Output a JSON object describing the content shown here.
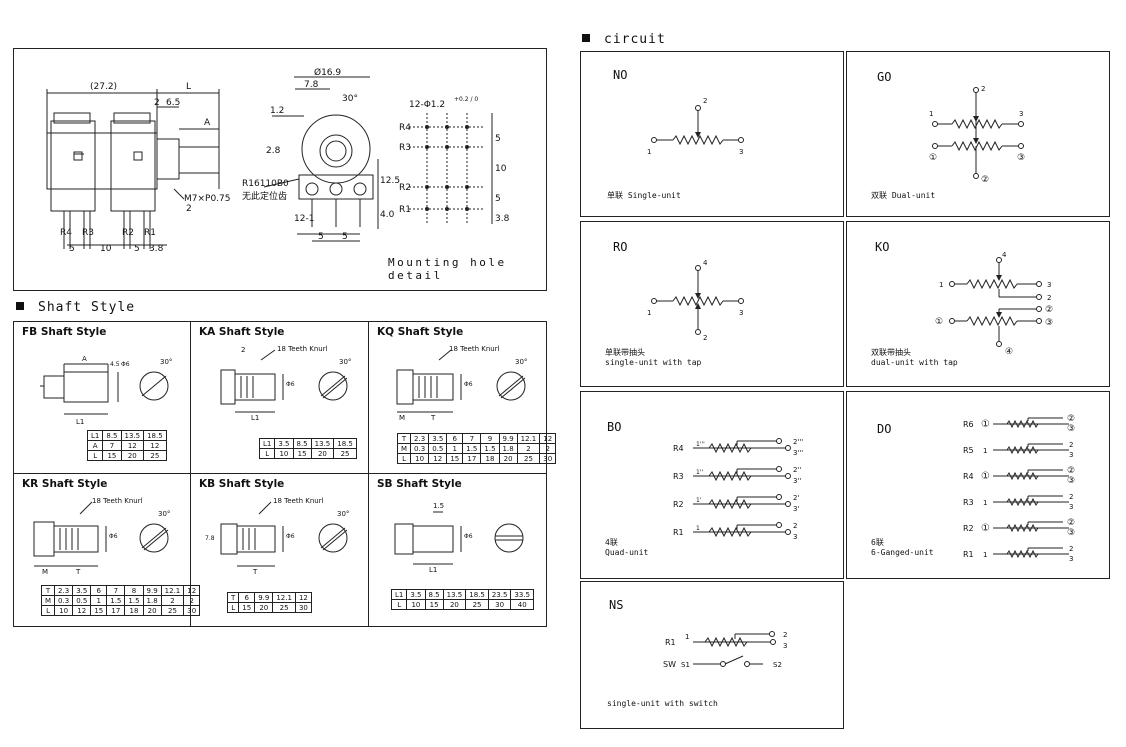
{
  "dimensions": {
    "total_length": "(27.2)",
    "L": "L",
    "d2": "2",
    "d6_5": "6.5",
    "A": "A",
    "d2b": "2",
    "thread": "M7×P0.75",
    "pins": [
      "R4",
      "R3",
      "R2",
      "R1"
    ],
    "bottom": [
      "5",
      "10",
      "5",
      "3.8"
    ],
    "dia": "Ø16.9",
    "d7_8": "7.8",
    "ang30": "30°",
    "d1_2": "1.2",
    "d2_8": "2.8",
    "d12_5": "12.5",
    "d4_0": "4.0",
    "d12_1": "12-1",
    "d5a": "5",
    "d5b": "5",
    "part": "R16110B0",
    "cn_note": "无此定位齿",
    "holes_label": "12-Φ1.2",
    "holes_tol": "+0.2 / 0",
    "hole_rows": [
      "R4",
      "R3",
      "R2",
      "R1"
    ],
    "hole_dims": [
      "5",
      "10",
      "5",
      "3.8"
    ],
    "mounting": "Mounting hole detail"
  },
  "shaft_section": {
    "title": "Shaft Style",
    "cells": [
      {
        "title": "FB Shaft Style",
        "labels": {
          "A": "A",
          "L1": "L1",
          "d1": "4.5",
          "d2": "Φ6",
          "ang": "30°"
        },
        "table": [
          [
            "L1",
            "8.5",
            "13.5",
            "18.5"
          ],
          [
            "A",
            "7",
            "12",
            "12"
          ],
          [
            "L",
            "15",
            "20",
            "25"
          ]
        ]
      },
      {
        "title": "KA  Shaft Style",
        "labels": {
          "knurl": "18 Teeth Knurl",
          "two": "2",
          "L1": "L1",
          "d": "Φ6",
          "ang": "30°"
        },
        "table": [
          [
            "L1",
            "3.5",
            "8.5",
            "13.5",
            "18.5"
          ],
          [
            "L",
            "10",
            "15",
            "20",
            "25"
          ]
        ]
      },
      {
        "title": "KQ  Shaft Style",
        "labels": {
          "knurl": "18 Teeth Knurl",
          "M": "M",
          "T": "T",
          "d": "Φ6",
          "ang": "30°"
        },
        "table": [
          [
            "T",
            "2.3",
            "3.5",
            "6",
            "7",
            "9",
            "9.9",
            "12.1",
            "12"
          ],
          [
            "M",
            "0.3",
            "0.5",
            "1",
            "1.5",
            "1.5",
            "1.8",
            "2",
            "2"
          ],
          [
            "L",
            "10",
            "12",
            "15",
            "17",
            "18",
            "20",
            "25",
            "30"
          ]
        ]
      },
      {
        "title": "KR Shaft Style",
        "labels": {
          "knurl": "18 Teeth Knurl",
          "M": "M",
          "T": "T",
          "d": "Φ6",
          "ang": "30°"
        },
        "table": [
          [
            "T",
            "2.3",
            "3.5",
            "6",
            "7",
            "8",
            "9.9",
            "12.1",
            "12"
          ],
          [
            "M",
            "0.3",
            "0.5",
            "1",
            "1.5",
            "1.5",
            "1.8",
            "2",
            "2"
          ],
          [
            "L",
            "10",
            "12",
            "15",
            "17",
            "18",
            "20",
            "25",
            "30"
          ]
        ]
      },
      {
        "title": "KB Shaft Style",
        "labels": {
          "knurl": "18 Teeth Knurl",
          "T": "T",
          "d": "Φ6",
          "side": "7.8",
          "ang": "30°"
        },
        "table": [
          [
            "T",
            "6",
            "9.9",
            "12.1",
            "12"
          ],
          [
            "L",
            "15",
            "20",
            "25",
            "30"
          ]
        ]
      },
      {
        "title": "SB Shaft Style",
        "labels": {
          "d15": "1.5",
          "L1": "L1",
          "d": "Φ6"
        },
        "table": [
          [
            "L1",
            "3.5",
            "8.5",
            "13.5",
            "18.5",
            "23.5",
            "33.5"
          ],
          [
            "L",
            "10",
            "15",
            "20",
            "25",
            "30",
            "40"
          ]
        ]
      }
    ]
  },
  "circuit": {
    "title": "circuit",
    "cells": [
      {
        "code": "NO",
        "desc": [
          "单联 Single-unit"
        ],
        "pins": [
          "1",
          "2",
          "3"
        ]
      },
      {
        "code": "GO",
        "desc": [
          "双联 Dual-unit"
        ],
        "pins": [
          "1",
          "2",
          "3",
          "①",
          "②",
          "③"
        ]
      },
      {
        "code": "RO",
        "desc": [
          "单联带抽头",
          "single-unit with tap"
        ],
        "pins": [
          "1",
          "2",
          "3",
          "4"
        ]
      },
      {
        "code": "KO",
        "desc": [
          "双联带抽头",
          "dual-unit with tap"
        ],
        "pins": [
          "1",
          "2",
          "3",
          "①",
          "②",
          "③",
          "4",
          "④"
        ]
      },
      {
        "code": "BO",
        "desc": [
          "4联",
          "Quad-unit"
        ],
        "rows": [
          {
            "r": "R4",
            "p1": "1'''",
            "p2": "2'''",
            "p3": "3'''"
          },
          {
            "r": "R3",
            "p1": "1''",
            "p2": "2''",
            "p3": "3''"
          },
          {
            "r": "R2",
            "p1": "1'",
            "p2": "2'",
            "p3": "3'"
          },
          {
            "r": "R1",
            "p1": "1",
            "p2": "2",
            "p3": "3"
          }
        ]
      },
      {
        "code": "DO",
        "desc": [
          "6联",
          "6-Ganged-unit"
        ],
        "rows": [
          {
            "r": "R6",
            "p1": "①",
            "p2": "②",
            "p3": "③"
          },
          {
            "r": "R5",
            "p1": "1",
            "p2": "2",
            "p3": "3"
          },
          {
            "r": "R4",
            "p1": "①",
            "p2": "②",
            "p3": "③"
          },
          {
            "r": "R3",
            "p1": "1",
            "p2": "2",
            "p3": "3"
          },
          {
            "r": "R2",
            "p1": "①",
            "p2": "②",
            "p3": "③"
          },
          {
            "r": "R1",
            "p1": "1",
            "p2": "2",
            "p3": "3"
          }
        ]
      },
      {
        "code": "NS",
        "desc": [
          "single-unit with switch"
        ],
        "rows": [
          {
            "r": "R1",
            "p1": "1",
            "p2": "2",
            "p3": "3"
          }
        ],
        "sw": {
          "r": "SW",
          "s1": "S1",
          "s2": "S2"
        }
      }
    ]
  }
}
